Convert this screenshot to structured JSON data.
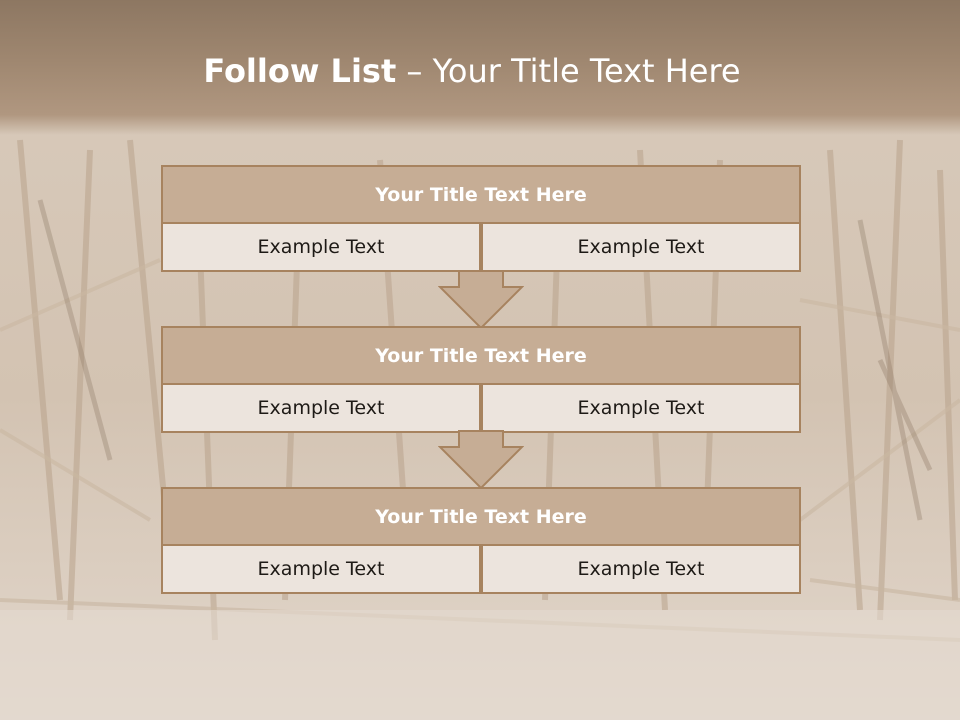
{
  "slide": {
    "title_bold": "Follow List",
    "title_rest": " – Your Title Text Here"
  },
  "steps": [
    {
      "title": "Your Title Text Here",
      "left": "Example Text",
      "right": "Example Text"
    },
    {
      "title": "Your Title Text Here",
      "left": "Example Text",
      "right": "Example Text"
    },
    {
      "title": "Your Title Text Here",
      "left": "Example Text",
      "right": "Example Text"
    }
  ],
  "colors": {
    "header_fill": "#c6ad95",
    "cell_fill": "#ece4dd",
    "border": "#a7835f",
    "arrow_fill": "#c6ad95"
  }
}
